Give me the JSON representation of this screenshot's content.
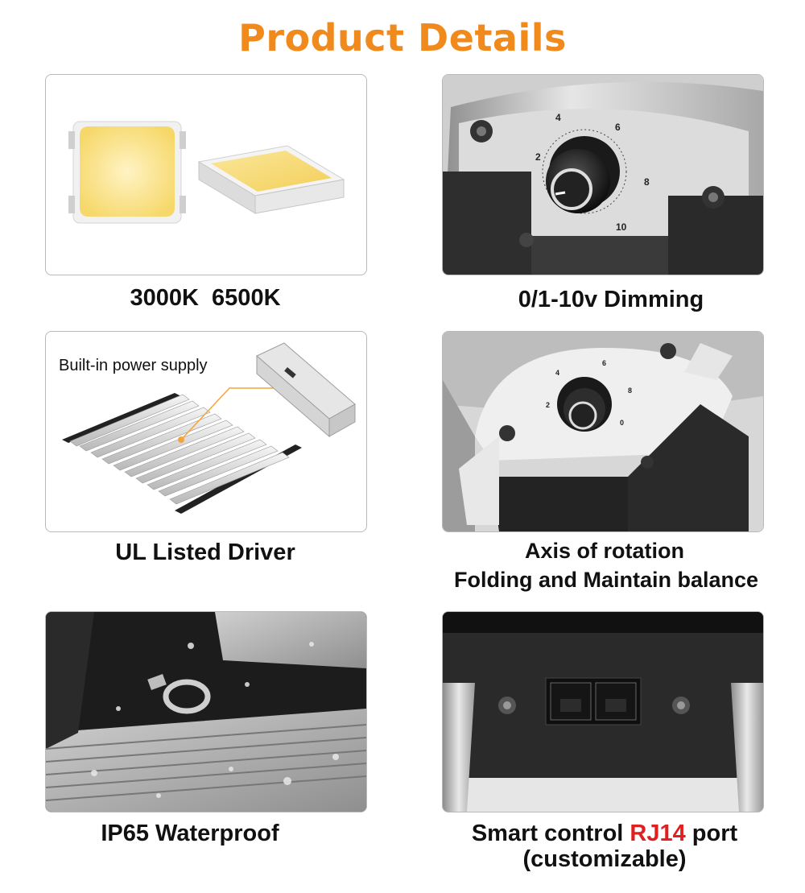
{
  "title": "Product Details",
  "colors": {
    "title": "#f08a1c",
    "highlight": "#e02020",
    "callout_line": "#f3a53a"
  },
  "features": {
    "cct": {
      "caption": "3000K  6500K"
    },
    "dimming": {
      "caption": "0/1-10v Dimming",
      "dial_ticks": [
        "2",
        "4",
        "6",
        "8",
        "10"
      ]
    },
    "driver": {
      "caption": "UL Listed Driver",
      "callout": "Built-in power supply"
    },
    "rotation": {
      "caption_line1": "Axis of rotation",
      "caption_line2": "Folding and Maintain balance",
      "dial_ticks": [
        "2",
        "4",
        "6",
        "8",
        "0"
      ]
    },
    "waterproof": {
      "caption": "IP65 Waterproof"
    },
    "rj14": {
      "caption_pre": "Smart control",
      "caption_highlight": "RJ14",
      "caption_post": "port",
      "caption_line2": "(customizable)"
    }
  }
}
